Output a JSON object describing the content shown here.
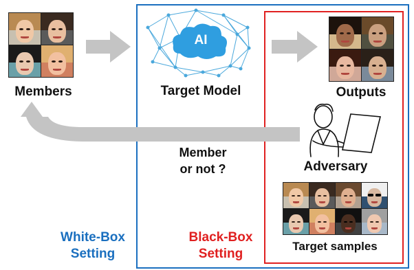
{
  "labels": {
    "members": "Members",
    "target_model": "Target Model",
    "ai_badge": "AI",
    "outputs": "Outputs",
    "member_question_line1": "Member",
    "member_question_line2": "or not ?",
    "adversary": "Adversary",
    "target_samples": "Target samples",
    "white_box_line1": "White-Box",
    "white_box_line2": "Setting",
    "black_box_line1": "Black-Box",
    "black_box_line2": "Setting"
  },
  "colors": {
    "white_box": "#1a6fbf",
    "black_box": "#e02020",
    "arrow": "#c4c4c4",
    "network": "#4aa8dc",
    "ai_cloud": "#2f9ee0"
  },
  "faces": {
    "members": [
      {
        "hair": "#b98a52",
        "skin": "#f0c8a6",
        "bg": "#c8c0b0"
      },
      {
        "hair": "#3a2a20",
        "skin": "#e8bfa0",
        "bg": "#5a5a5a"
      },
      {
        "hair": "#1a1a1a",
        "skin": "#e9c9b0",
        "bg": "#6aa0a8"
      },
      {
        "hair": "#e0b070",
        "skin": "#f2c0a0",
        "bg": "#d08060"
      }
    ],
    "outputs": [
      {
        "hair": "#1c120c",
        "skin": "#a06a4a",
        "bg": "#d4b88c"
      },
      {
        "hair": "#6a4a2a",
        "skin": "#caa080",
        "bg": "#505040"
      },
      {
        "hair": "#3a1a10",
        "skin": "#e8b8a0",
        "bg": "#d0a898"
      },
      {
        "hair": "#2a2018",
        "skin": "#d8b090",
        "bg": "#7a8a9a"
      }
    ],
    "target_samples": [
      {
        "hair": "#b98a52",
        "skin": "#f0c8a6",
        "bg": "#c8c0b0"
      },
      {
        "hair": "#3a2a20",
        "skin": "#e8bfa0",
        "bg": "#5a5a5a"
      },
      {
        "hair": "#6a4a30",
        "skin": "#e0b090",
        "bg": "#b0a090"
      },
      {
        "hair": "#f0f0f0",
        "skin": "#d8b8a0",
        "bg": "#305070",
        "style": "sunglass"
      },
      {
        "hair": "#1a1a1a",
        "skin": "#e9c9b0",
        "bg": "#6aa0a8"
      },
      {
        "hair": "#e0b070",
        "skin": "#f2c0a0",
        "bg": "#d08060"
      },
      {
        "hair": "#101010",
        "skin": "#4a2e20",
        "bg": "#404040",
        "style": "dark"
      },
      {
        "hair": "#a0a0a0",
        "skin": "#f0c8b0",
        "bg": "#a8b8c8"
      }
    ]
  }
}
